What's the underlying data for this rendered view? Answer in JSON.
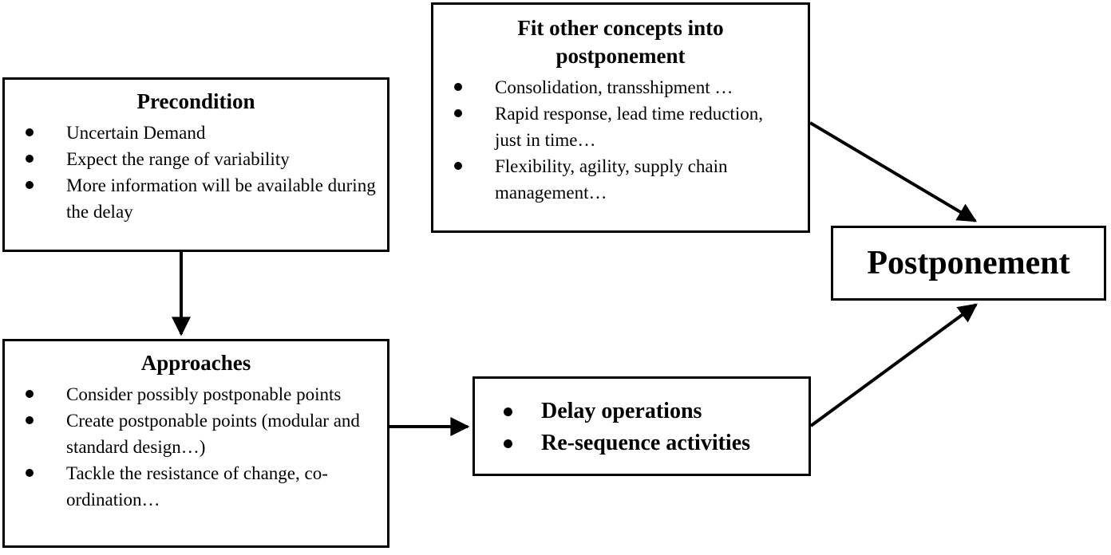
{
  "diagram": {
    "colors": {
      "ink": "#000000",
      "background": "#ffffff"
    },
    "boxes": {
      "precondition": {
        "title": "Precondition",
        "items": [
          "Uncertain Demand",
          "Expect the range of variability",
          "More information will be available during the delay"
        ]
      },
      "fit_concepts": {
        "title": "Fit other concepts into postponement",
        "items": [
          "Consolidation, transshipment …",
          "Rapid response, lead time reduction, just in time…",
          "Flexibility, agility, supply chain management…"
        ]
      },
      "approaches": {
        "title": "Approaches",
        "items": [
          "Consider possibly postponable points",
          "Create postponable points (modular and standard design…)",
          "Tackle the resistance of change, co-ordination…"
        ]
      },
      "actions": {
        "items": [
          "Delay operations",
          "Re-sequence activities"
        ]
      },
      "postponement": {
        "title": "Postponement"
      }
    }
  }
}
